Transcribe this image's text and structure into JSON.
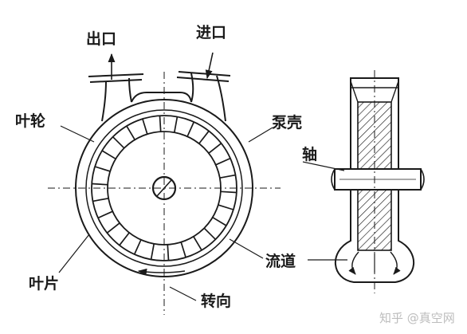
{
  "labels": {
    "outlet": "出口",
    "inlet": "进口",
    "impeller": "叶轮",
    "casing": "泵壳",
    "shaft": "轴",
    "channel": "流道",
    "blade": "叶片",
    "rotation": "转向"
  },
  "watermark": "知乎 @真空网",
  "colors": {
    "line": "#1a1a1a",
    "background": "#ffffff",
    "watermark": "#bdbdbd"
  }
}
